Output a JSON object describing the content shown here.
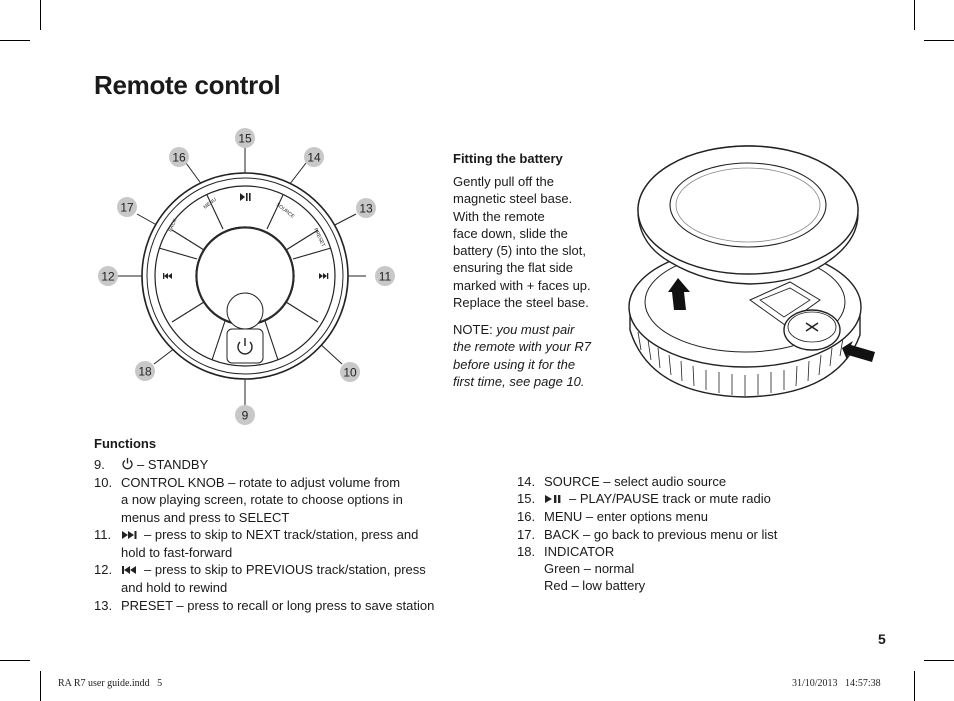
{
  "page": {
    "title": "Remote control",
    "page_number": "5",
    "footer_left": "RA R7 user guide.indd   5",
    "footer_right": "31/10/2013   14:57:38"
  },
  "diagram": {
    "callouts": [
      "15",
      "16",
      "14",
      "17",
      "13",
      "12",
      "11",
      "18",
      "10",
      "9"
    ],
    "button_labels": {
      "menu": "MENU",
      "source": "SOURCE",
      "back": "BACK",
      "preset": "PRESET"
    }
  },
  "fitting": {
    "heading": "Fitting the battery",
    "lines": [
      "Gently pull off the",
      "magnetic steel base.",
      "With the remote",
      "face down, slide the",
      "battery (5) into the slot,",
      "ensuring the flat side",
      "marked with + faces up.",
      "Replace the steel base."
    ],
    "note_label": "NOTE:",
    "note_lines": [
      "you must pair",
      "the remote with your R7",
      "before using it for the",
      "first time, see page 10."
    ]
  },
  "functions": {
    "heading": "Functions",
    "left": [
      {
        "num": "9.",
        "icon": "power-icon",
        "lines": [
          "– STANDBY"
        ]
      },
      {
        "num": "10.",
        "icon": "",
        "lines": [
          "CONTROL KNOB – rotate to adjust volume from",
          "a now playing screen, rotate to choose options in",
          "menus and press to SELECT"
        ]
      },
      {
        "num": "11.",
        "icon": "next-track-icon",
        "lines": [
          "– press to skip to NEXT track/station, press and",
          "hold to fast-forward"
        ]
      },
      {
        "num": "12.",
        "icon": "previous-track-icon",
        "lines": [
          "– press to skip to PREVIOUS track/station, press",
          "and hold to rewind"
        ]
      },
      {
        "num": "13.",
        "icon": "",
        "lines": [
          "PRESET – press to recall or long press to save station"
        ]
      }
    ],
    "right": [
      {
        "num": "14.",
        "icon": "",
        "lines": [
          "SOURCE – select audio source"
        ]
      },
      {
        "num": "15.",
        "icon": "play-pause-icon",
        "lines": [
          "– PLAY/PAUSE track or mute radio"
        ]
      },
      {
        "num": "16.",
        "icon": "",
        "lines": [
          "MENU – enter options menu"
        ]
      },
      {
        "num": "17.",
        "icon": "",
        "lines": [
          "BACK – go back to previous menu or list"
        ]
      },
      {
        "num": "18.",
        "icon": "",
        "lines": [
          "INDICATOR",
          "Green – normal",
          "Red – low battery"
        ]
      }
    ]
  }
}
